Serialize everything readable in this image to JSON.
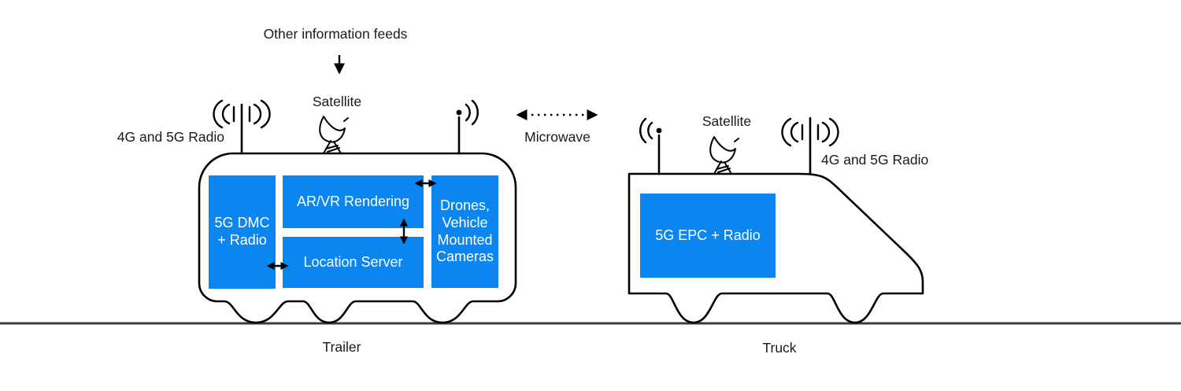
{
  "palette": {
    "box_blue": "#0b85f0",
    "box_text": "#ffffff",
    "outline_ink": "#000000",
    "ground_gray": "#3d3d3d",
    "label_ink": "#1a1a1a"
  },
  "annotations": {
    "other_feeds": "Other information feeds",
    "microwave": "Microwave"
  },
  "trailer": {
    "caption": "Trailer",
    "satellite_label": "Satellite",
    "radio_label": "4G and 5G Radio",
    "boxes": {
      "dmc": "5G DMC\n+ Radio",
      "arvr": "AR/VR Rendering",
      "location": "Location Server",
      "drones": "Drones,\nVehicle\nMounted\nCameras"
    }
  },
  "truck": {
    "caption": "Truck",
    "satellite_label": "Satellite",
    "radio_label": "4G and 5G Radio",
    "boxes": {
      "epc": "5G EPC + Radio"
    }
  },
  "icons": {
    "trailer": [
      "4g-5g-antenna",
      "satellite-dish",
      "microwave-antenna"
    ],
    "truck": [
      "microwave-antenna",
      "satellite-dish",
      "4g-5g-antenna"
    ]
  }
}
